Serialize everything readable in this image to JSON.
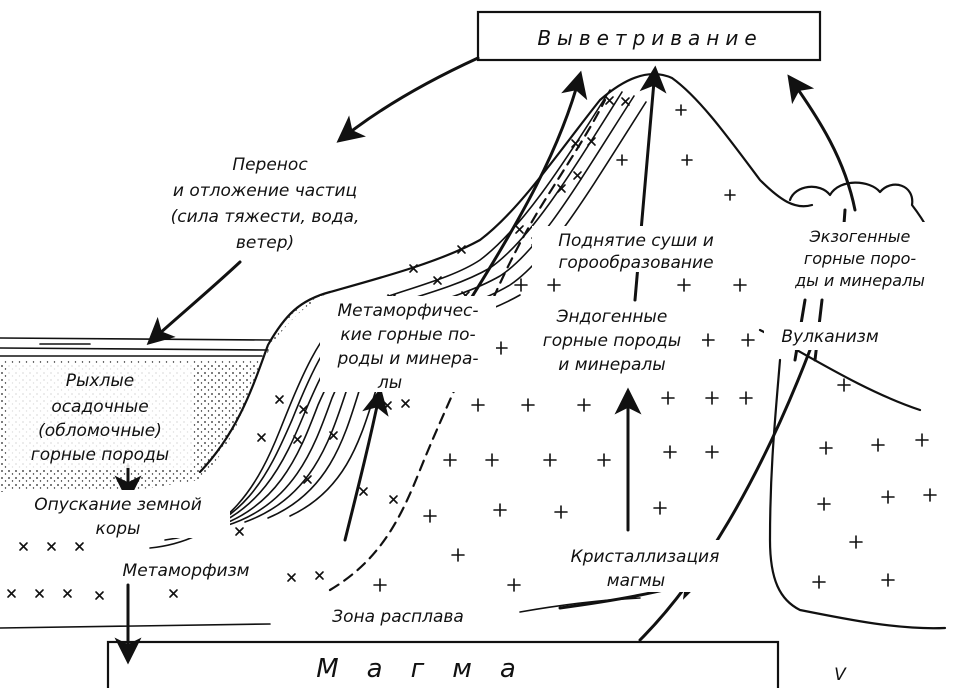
{
  "labels": {
    "weathering": "Выветривание",
    "transport": [
      "Перенос",
      "и отложение частиц",
      "(сила тяжести, вода,",
      "ветер)"
    ],
    "loose_rocks": [
      "Рыхлые",
      "осадочные",
      "(обломочные)",
      "горные породы"
    ],
    "subsidence": [
      "Опускание земной",
      "коры"
    ],
    "metamorphism": "Метаморфизм",
    "metamorphic_rocks": [
      "Метаморфичес-",
      "кие горные по-",
      "роды и минера-",
      "лы"
    ],
    "uplift": [
      "Поднятие суши и",
      "горообразование"
    ],
    "endogenous": [
      "Эндогенные",
      "горные породы",
      "и минералы"
    ],
    "exogenous": [
      "Экзогенные",
      "горные поро-",
      "ды и минералы"
    ],
    "volcanism": "Вулканизм",
    "crystallization": [
      "Кристаллизация",
      "магмы"
    ],
    "melt_zone": "Зона расплава",
    "magma": "Магма",
    "corner_mark": "V"
  }
}
